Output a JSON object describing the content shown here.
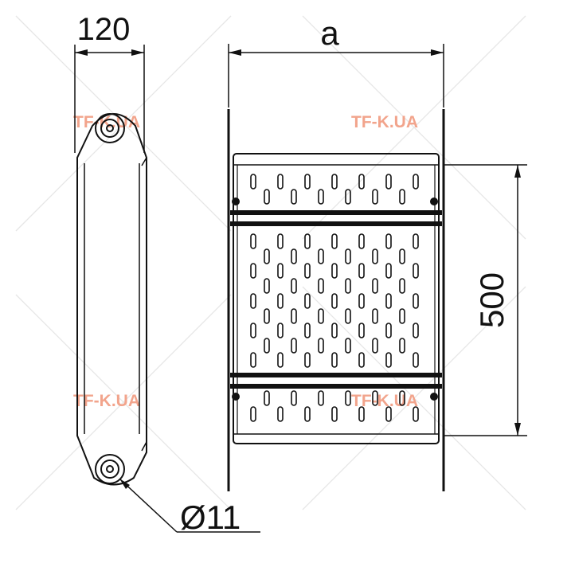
{
  "drawing": {
    "dimensions": {
      "side_width": "120",
      "top_width": "a",
      "height": "500",
      "hole_diameter": "Ø11"
    },
    "watermark": {
      "text": "TF-K.UA",
      "color": "#f2a48c"
    },
    "colors": {
      "line": "#111111",
      "watermark_diagonals": "#e6e6e6"
    }
  }
}
